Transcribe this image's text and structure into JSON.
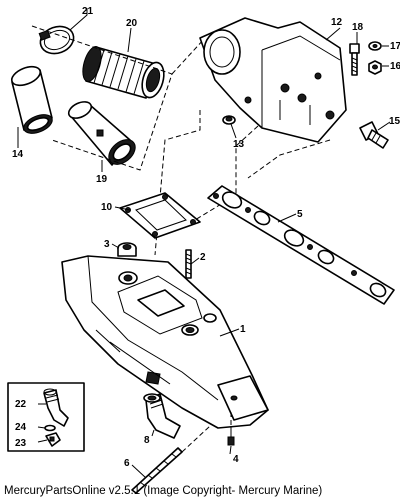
{
  "footer": {
    "text": "MercuryPartsOnline v2.5.1 (Image Copyright- Mercury Marine)"
  },
  "callouts": {
    "c1": "1",
    "c2": "2",
    "c3": "3",
    "c4": "4",
    "c5": "5",
    "c6": "6",
    "c8": "8",
    "c10": "10",
    "c12": "12",
    "c13": "13",
    "c14": "14",
    "c15": "15",
    "c16": "16",
    "c17": "17",
    "c18": "18",
    "c19": "19",
    "c20": "20",
    "c21": "21",
    "c22": "22",
    "c23": "23",
    "c24": "24"
  }
}
